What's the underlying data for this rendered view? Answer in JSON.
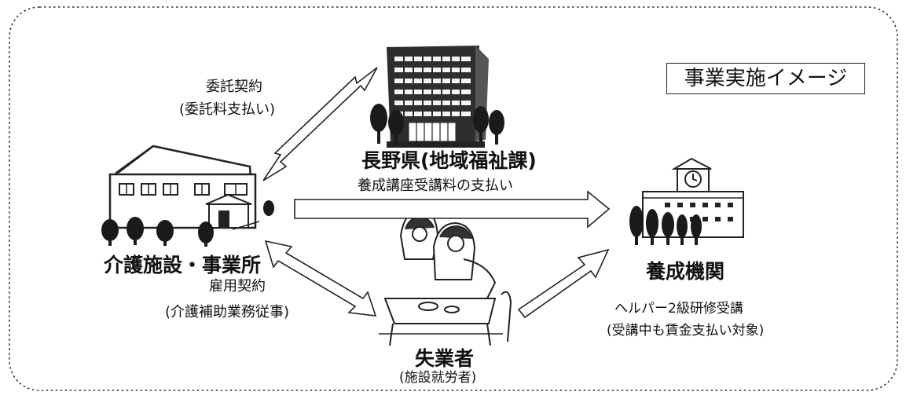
{
  "title": "事業実施イメージ",
  "nodes": {
    "prefecture": {
      "name": "長野県(地域福祉課)"
    },
    "facility": {
      "name": "介護施設・事業所"
    },
    "institution": {
      "name": "養成機関",
      "note_line1": "ヘルパー2級研修受講",
      "note_line2": "(受講中も賃金支払い対象)"
    },
    "unemployed": {
      "name": "失業者",
      "sub": "(施設就労者)"
    }
  },
  "relations": {
    "consignment": {
      "line1": "委託契約",
      "line2": "(委託料支払い)"
    },
    "tuition": {
      "label": "養成講座受講料の支払い"
    },
    "employment": {
      "line1": "雇用契約",
      "line2": "(介護補助業務従事)"
    }
  },
  "colors": {
    "line": "#111111",
    "fill": "#ffffff",
    "building_dark": "#2a2a2a",
    "tree": "#1a1a1a"
  },
  "icons": [
    "prefecture-building-icon",
    "facility-house-icon",
    "school-icon",
    "unemployed-people-icon"
  ]
}
